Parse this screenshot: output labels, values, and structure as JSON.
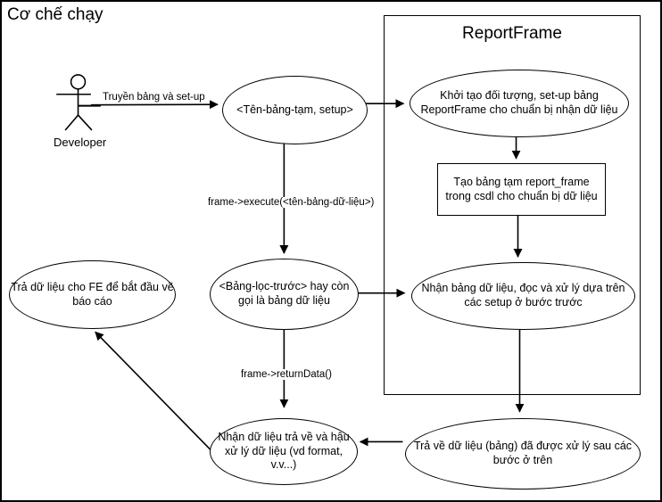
{
  "diagram": {
    "title": "Cơ chế chạy",
    "actor": {
      "label": "Developer"
    },
    "frame": {
      "title": "ReportFrame"
    },
    "nodes": {
      "temp_table": "<Tên-bảng-tạm, setup>",
      "init_object": "Khởi tạo đối tượng, set-up bảng ReportFrame cho chuẩn bị nhận dữ liệu",
      "create_table": "Tạo bảng tạm report_frame trong csdl cho chuẩn bị dữ liệu",
      "pre_filter": "<Bảng-lọc-trước> hay còn gọi là bảng dữ liệu",
      "receive_table": "Nhận bảng dữ liệu, đọc và xử lý dựa trên các setup ở bước trước",
      "return_fe": "Trả dữ liệu cho FE để bắt đầu vẽ báo cáo",
      "post_process": "Nhận dữ liệu trả về và hậu xử lý dữ liệu (vd format, v.v...)",
      "return_data": "Trả về dữ liệu (bảng) đã được xử lý sau các bước ở trên"
    },
    "edge_labels": {
      "send_table": "Truyền bảng và set-up",
      "execute": "frame->execute(<tên-bảng-dữ-liệu>)",
      "return_call": "frame->returnData()"
    },
    "colors": {
      "stroke": "#000000",
      "background": "#ffffff"
    }
  }
}
